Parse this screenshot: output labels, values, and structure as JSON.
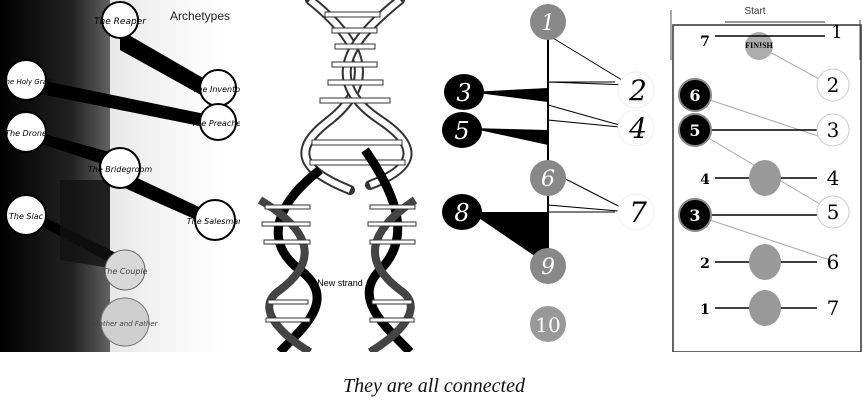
{
  "archetypes_panel": {
    "title": "Archetypes",
    "left_nodes": [
      "The Holy Grail",
      "The Drone",
      "The Slac"
    ],
    "right_nodes": [
      "The Reaper",
      "The Inventor",
      "The Preacher",
      "The Bridegroom",
      "The Salesman",
      "The Couple",
      "Mother and Father"
    ],
    "colors": {
      "dark": "#000000",
      "light": "#ffffff"
    }
  },
  "dna_panel": {
    "label": "New strand"
  },
  "numbers_panel": {
    "spine_numbers": [
      "1",
      "6",
      "9",
      "10"
    ],
    "black_numbers": [
      "3",
      "5",
      "8"
    ],
    "open_numbers": [
      "2",
      "4",
      "7"
    ]
  },
  "board_panel": {
    "start_label": "Start",
    "finish_label": "FINISH",
    "top_row": [
      "7",
      "1"
    ],
    "left_column": [
      "6",
      "5",
      "4",
      "3",
      "2",
      "1"
    ],
    "right_column": [
      "2",
      "3",
      "4",
      "5",
      "6",
      "7"
    ]
  },
  "caption": "They are all connected"
}
